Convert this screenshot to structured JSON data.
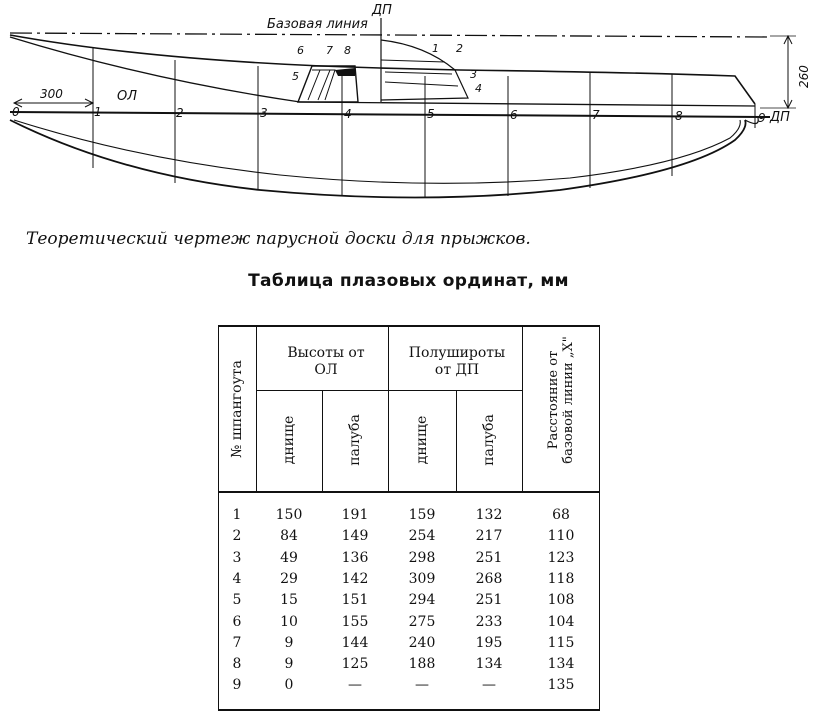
{
  "drawing": {
    "base_line_label": "Базовая линия",
    "dp_label_top": "ДП",
    "dp_label_right": "ДП",
    "ol_label": "ОЛ",
    "dim_300": "300",
    "dim_260": "260",
    "station_labels": [
      "0",
      "1",
      "2",
      "3",
      "4",
      "5",
      "6",
      "7",
      "8",
      "9"
    ],
    "fitting_labels": [
      "1",
      "2",
      "3",
      "4",
      "5",
      "6",
      "7",
      "8"
    ]
  },
  "caption": "Теоретический чертеж парусной доски для прыжков.",
  "table": {
    "title": "Таблица плазовых ординат, мм",
    "col_station": "№ шпангоута",
    "group_heights": "Высоты от ОЛ",
    "group_halfwidths": "Полушироты от ДП",
    "col_distance": "Расстояние от базовой линии „X\"",
    "sub_bottom_1": "днище",
    "sub_deck_1": "палуба",
    "sub_bottom_2": "днище",
    "sub_deck_2": "палуба",
    "rows": [
      [
        "1",
        "150",
        "191",
        "159",
        "132",
        "68"
      ],
      [
        "2",
        "84",
        "149",
        "254",
        "217",
        "110"
      ],
      [
        "3",
        "49",
        "136",
        "298",
        "251",
        "123"
      ],
      [
        "4",
        "29",
        "142",
        "309",
        "268",
        "118"
      ],
      [
        "5",
        "15",
        "151",
        "294",
        "251",
        "108"
      ],
      [
        "6",
        "10",
        "155",
        "275",
        "233",
        "104"
      ],
      [
        "7",
        "9",
        "144",
        "240",
        "195",
        "115"
      ],
      [
        "8",
        "9",
        "125",
        "188",
        "134",
        "134"
      ],
      [
        "9",
        "0",
        "—",
        "—",
        "—",
        "135"
      ]
    ]
  }
}
